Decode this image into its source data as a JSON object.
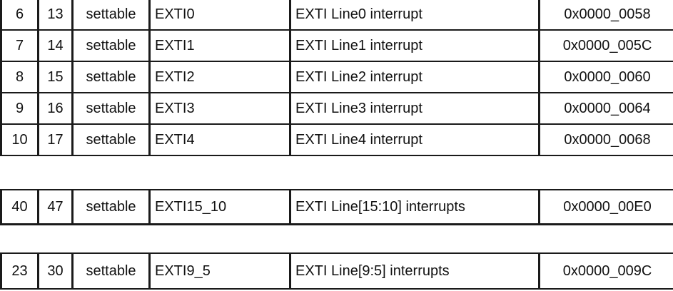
{
  "table_segments": [
    {
      "rows": [
        {
          "position": "6",
          "priority": "13",
          "type": "settable",
          "acronym": "EXTI0",
          "description": "EXTI Line0 interrupt",
          "address": "0x0000_0058"
        },
        {
          "position": "7",
          "priority": "14",
          "type": "settable",
          "acronym": "EXTI1",
          "description": "EXTI Line1 interrupt",
          "address": "0x0000_005C"
        },
        {
          "position": "8",
          "priority": "15",
          "type": "settable",
          "acronym": "EXTI2",
          "description": "EXTI Line2 interrupt",
          "address": "0x0000_0060"
        },
        {
          "position": "9",
          "priority": "16",
          "type": "settable",
          "acronym": "EXTI3",
          "description": "EXTI Line3 interrupt",
          "address": "0x0000_0064"
        },
        {
          "position": "10",
          "priority": "17",
          "type": "settable",
          "acronym": "EXTI4",
          "description": "EXTI Line4 interrupt",
          "address": "0x0000_0068"
        }
      ]
    },
    {
      "rows": [
        {
          "position": "40",
          "priority": "47",
          "type": "settable",
          "acronym": "EXTI15_10",
          "description": "EXTI Line[15:10] interrupts",
          "address": "0x0000_00E0"
        }
      ]
    },
    {
      "rows": [
        {
          "position": "23",
          "priority": "30",
          "type": "settable",
          "acronym": "EXTI9_5",
          "description": "EXTI Line[9:5] interrupts",
          "address": "0x0000_009C"
        }
      ]
    }
  ]
}
